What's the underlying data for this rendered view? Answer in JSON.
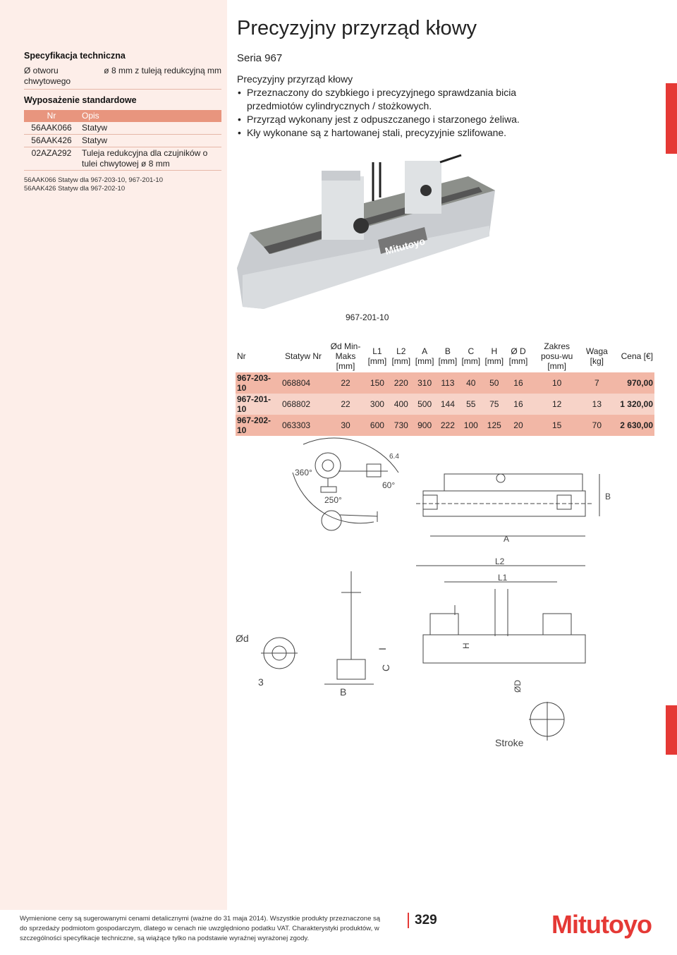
{
  "page_title": "Precyzyjny przyrząd kłowy",
  "series": "Seria 967",
  "description": {
    "intro": "Precyzyjny przyrząd kłowy",
    "bullets": [
      "Przeznaczony do szybkiego i precyzyjnego sprawdzania bicia przedmiotów cylindrycznych / stożkowych.",
      "Przyrząd wykonany jest z odpuszczanego i starzonego żeliwa.",
      "Kły wykonane są z hartowanej stali, precyzyjnie szlifowane."
    ]
  },
  "sidebar": {
    "spec_heading": "Specyfikacja techniczna",
    "spec_label": "Ø otworu chwytowego",
    "spec_value": "ø 8 mm z tuleją redukcyjną mm",
    "equipment_heading": "Wyposażenie standardowe",
    "equipment_headers": [
      "Nr",
      "Opis"
    ],
    "equipment_rows": [
      [
        "56AAK066",
        "Statyw"
      ],
      [
        "56AAK426",
        "Statyw"
      ],
      [
        "02AZA292",
        "Tuleja redukcyjna dla czujników o tulei chwytowej ø 8 mm"
      ]
    ],
    "notes": [
      "56AAK066 Statyw dla 967-203-10, 967-201-10",
      "56AAK426 Statyw dla 967-202-10"
    ]
  },
  "photo": {
    "caption": "967-201-10",
    "brand_plate": "Mitutoyo"
  },
  "table": {
    "headers": [
      "Nr",
      "Statyw Nr",
      "Ød Min-Maks [mm]",
      "L1 [mm]",
      "L2 [mm]",
      "A [mm]",
      "B [mm]",
      "C [mm]",
      "H [mm]",
      "Ø D [mm]",
      "Zakres posu-wu [mm]",
      "Waga [kg]",
      "Cena [€]"
    ],
    "rows": [
      [
        "967-203-10",
        "068804",
        "22",
        "150",
        "220",
        "310",
        "113",
        "40",
        "50",
        "16",
        "10",
        "7",
        "970,00"
      ],
      [
        "967-201-10",
        "068802",
        "22",
        "300",
        "400",
        "500",
        "144",
        "55",
        "75",
        "16",
        "12",
        "13",
        "1 320,00"
      ],
      [
        "967-202-10",
        "063303",
        "30",
        "600",
        "730",
        "900",
        "222",
        "100",
        "125",
        "20",
        "15",
        "70",
        "2 630,00"
      ]
    ]
  },
  "drawing_labels": {
    "angle_360": "360°",
    "angle_250": "250°",
    "angle_60": "60°",
    "dim_64": "6.4",
    "dim_A": "A",
    "dim_B_top": "B",
    "dim_L2": "L2",
    "dim_L1": "L1",
    "dim_d": "Ød",
    "dim_3": "3",
    "dim_C": "C",
    "dim_I": "I",
    "dim_B_side": "B",
    "dim_H": "H",
    "dim_D": "ØD",
    "stroke": "Stroke"
  },
  "footer": {
    "text": "Wymienione ceny są sugerowanymi cenami detalicznymi (ważne do 31 maja 2014). Wszystkie produkty przeznaczone są do sprzedaży podmiotom gospodarczym, dlatego w cenach nie uwzględniono podatku VAT. Charakterystyki produktów, w szczególności specyfikacje techniczne, są wiążące tylko na podstawie wyraźnej wyrażonej zgody.",
    "page_number": "329",
    "logo": "Mitutoyo"
  },
  "colors": {
    "accent": "#e53935",
    "sidebar_bg": "#fdeee9",
    "table_row": "#f2b7a6"
  }
}
